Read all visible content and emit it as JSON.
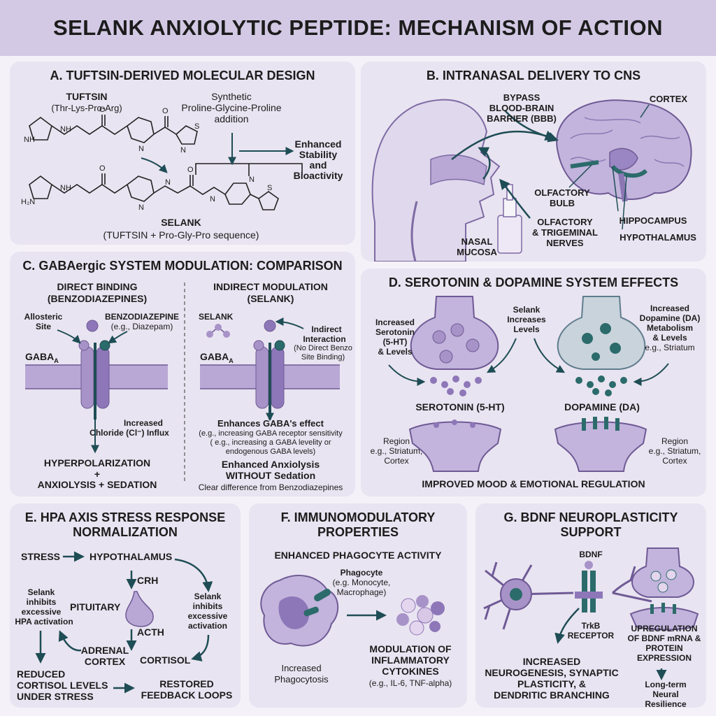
{
  "title": "SELANK ANXIOLYTIC PEPTIDE: MECHANISM OF ACTION",
  "colors": {
    "banner": "#d3c9e4",
    "panel": "#e9e4f1",
    "purple": "#a893c8",
    "dark_purple": "#6e5a95",
    "teal": "#2c6b6b",
    "arrow": "#1e4d55"
  },
  "panel_a": {
    "title": "A. TUFTSIN-DERIVED MOLECULAR DESIGN",
    "tuftsin": "TUFTSIN",
    "tuftsin_seq": "(Thr-Lys-Pro-Arg)",
    "synthetic_1": "Synthetic",
    "synthetic_2": "Proline-Glycine-Proline",
    "synthetic_3": "addition",
    "enhanced_1": "Enhanced",
    "enhanced_2": "Stability",
    "enhanced_3": "and",
    "enhanced_4": "Bioactivity",
    "selank": "SELANK",
    "selank_seq": "(TUFTSIN + Pro-Gly-Pro sequence)",
    "atoms": {
      "nh": "NH",
      "h2n": "H₂N",
      "n": "N",
      "o": "O",
      "s": "S"
    }
  },
  "panel_b": {
    "title": "B. INTRANASAL DELIVERY TO CNS",
    "bypass_1": "BYPASS",
    "bypass_2": "BLOOD-BRAIN",
    "bypass_3": "BARRIER (BBB)",
    "cortex": "CORTEX",
    "olfactory_bulb_1": "OLFACTORY",
    "olfactory_bulb_2": "BULB",
    "nerves_1": "OLFACTORY",
    "nerves_2": "& TRIGEMINAL",
    "nerves_3": "NERVES",
    "hippocampus": "HIPPOCAMPUS",
    "hypothalamus": "HYPOTHALAMUS",
    "nasal_1": "NASAL",
    "nasal_2": "MUCOSA"
  },
  "panel_c": {
    "title": "C. GABAergic SYSTEM MODULATION: COMPARISON",
    "left_h1": "DIRECT BINDING",
    "left_h2": "(BENZODIAZEPINES)",
    "allosteric_1": "Allosteric",
    "allosteric_2": "Site",
    "benzo_1": "BENZODIAZEPINE",
    "benzo_2": "(e.g., Diazepam)",
    "gaba_a": "GABA",
    "gaba_sub": "A",
    "chloride_1": "Increased",
    "chloride_2": "Chloride (Cl⁻) Influx",
    "hyper": "HYPERPOLARIZATION",
    "plus": "+",
    "anx_sed": "ANXIOLYSIS + SEDATION",
    "right_h1": "INDIRECT MODULATION",
    "right_h2": "(SELANK)",
    "selank": "SELANK",
    "indirect_1": "Indirect",
    "indirect_2": "Interaction",
    "indirect_3": "(No Direct Benzo",
    "indirect_4": "Site Binding)",
    "enh_gaba": "Enhances GABA's effect",
    "enh_1": "(e.g., increasing GABA receptor sensitivity",
    "enh_2": "( e.g., increasing a GABA levelity or",
    "enh_3": "endogenous GABA levels)",
    "enh_anx_1": "Enhanced Anxiolysis",
    "enh_anx_2": "WITHOUT Sedation",
    "clear_diff": "Clear difference from Benzodiazepines"
  },
  "panel_d": {
    "title": "D. SEROTONIN & DOPAMINE SYSTEM EFFECTS",
    "inc_ser_1": "Increased",
    "inc_ser_2": "Serotonin",
    "inc_ser_3": "(5-HT)",
    "inc_ser_4": "& Levels",
    "selank_1": "Selank",
    "selank_2": "Increases",
    "selank_3": "Levels",
    "inc_da_1": "Increased",
    "inc_da_2": "Dopamine (DA)",
    "inc_da_3": "Metabolism",
    "inc_da_4": "& Levels",
    "inc_da_5": "e.g., Striatum",
    "serotonin": "SEROTONIN (5-HT)",
    "dopamine": "DOPAMINE (DA)",
    "region_l_1": "Region",
    "region_l_2": "e.g., Striatum,",
    "region_l_3": "Cortex",
    "region_r_1": "Region",
    "region_r_2": "e.g., Striatum,",
    "region_r_3": "Cortex",
    "improved": "IMPROVED MOOD & EMOTIONAL REGULATION"
  },
  "panel_e": {
    "title_1": "E. HPA AXIS STRESS RESPONSE",
    "title_2": "NORMALIZATION",
    "stress": "STRESS",
    "hypothalamus": "HYPOTHALAMUS",
    "crh": "CRH",
    "pituitary": "PITUITARY",
    "acth": "ACTH",
    "adrenal_1": "ADRENAL",
    "adrenal_2": "CORTEX",
    "cortisol": "CORTISOL",
    "inhibits_l_1": "Selank",
    "inhibits_l_2": "inhibits",
    "inhibits_l_3": "excessive",
    "inhibits_l_4": "HPA activation",
    "inhibits_r_1": "Selank",
    "inhibits_r_2": "inhibits",
    "inhibits_r_3": "excessive",
    "inhibits_r_4": "activation",
    "reduced_1": "REDUCED",
    "reduced_2": "CORTISOL LEVELS",
    "reduced_3": "UNDER STRESS",
    "restored_1": "RESTORED",
    "restored_2": "FEEDBACK LOOPS"
  },
  "panel_f": {
    "title_1": "F. IMMUNOMODULATORY",
    "title_2": "PROPERTIES",
    "enh_phago": "ENHANCED PHAGOCYTE ACTIVITY",
    "phagocyte_1": "Phagocyte",
    "phagocyte_2": "(e.g. Monocyte,",
    "phagocyte_3": "Macrophage)",
    "inc_phago_1": "Increased",
    "inc_phago_2": "Phagocytosis",
    "modulation_1": "MODULATION OF",
    "modulation_2": "INFLAMMATORY",
    "modulation_3": "CYTOKINES",
    "modulation_4": "(e.g., IL-6, TNF-alpha)"
  },
  "panel_g": {
    "title_1": "G. BDNF NEUROPLASTICITY",
    "title_2": "SUPPORT",
    "bdnf": "BDNF",
    "trkb_1": "TrkB",
    "trkb_2": "RECEPTOR",
    "upreg_1": "UPREGULATION",
    "upreg_2": "OF BDNF mRNA &",
    "upreg_3": "PROTEIN",
    "upreg_4": "EXPRESSION",
    "inc_1": "INCREASED",
    "inc_2": "NEUROGENESIS, SYNAPTIC",
    "inc_3": "PLASTICITY, &",
    "inc_4": "DENDRITIC BRANCHING",
    "long_1": "Long-term",
    "long_2": "Neural Resilience"
  }
}
